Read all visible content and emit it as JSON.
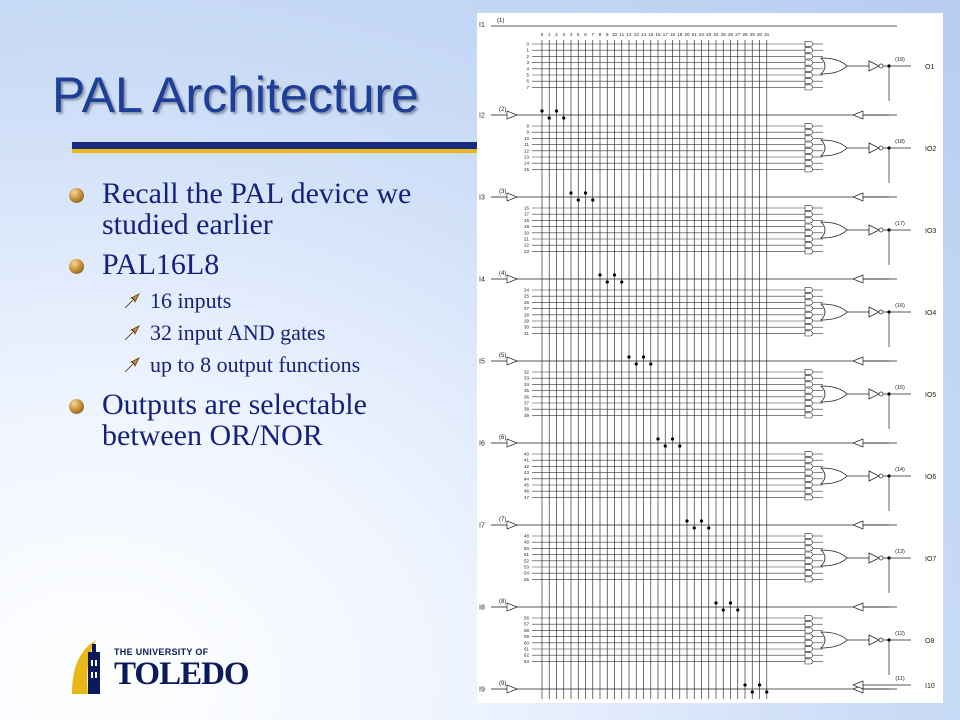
{
  "slide": {
    "title": "PAL Architecture",
    "bullets": [
      "Recall the PAL device we studied earlier",
      "PAL16L8",
      "Outputs are selectable between OR/NOR"
    ],
    "sub_bullets": [
      "16 inputs",
      "32 input AND gates",
      "up to 8 output functions"
    ]
  },
  "diagram": {
    "i1_label": "I1",
    "i1_pin": "(1)",
    "columns": [
      "0",
      "1",
      "2",
      "3",
      "4",
      "5",
      "6",
      "7",
      "8",
      "9",
      "10",
      "11",
      "12",
      "13",
      "14",
      "15",
      "16",
      "17",
      "18",
      "19",
      "20",
      "21",
      "22",
      "23",
      "24",
      "25",
      "26",
      "27",
      "28",
      "29",
      "30",
      "31"
    ],
    "inputs": [
      {
        "label": "I2",
        "pin": "(2)"
      },
      {
        "label": "I3",
        "pin": "(3)"
      },
      {
        "label": "I4",
        "pin": "(4)"
      },
      {
        "label": "I5",
        "pin": "(5)"
      },
      {
        "label": "I6",
        "pin": "(6)"
      },
      {
        "label": "I7",
        "pin": "(7)"
      },
      {
        "label": "I8",
        "pin": "(8)"
      },
      {
        "label": "I9",
        "pin": "(9)"
      }
    ],
    "outputs": [
      {
        "label": "O1",
        "pin": "(19)"
      },
      {
        "label": "IO2",
        "pin": "(18)"
      },
      {
        "label": "IO3",
        "pin": "(17)"
      },
      {
        "label": "IO4",
        "pin": "(16)"
      },
      {
        "label": "IO5",
        "pin": "(15)"
      },
      {
        "label": "IO6",
        "pin": "(14)"
      },
      {
        "label": "IO7",
        "pin": "(13)"
      },
      {
        "label": "O8",
        "pin": "(12)"
      }
    ],
    "last_output": {
      "label": "I10",
      "pin": "(11)"
    }
  },
  "logo": {
    "top_line": "THE UNIVERSITY OF",
    "name": "TOLEDO"
  },
  "colors": {
    "title": "#1d3f9a",
    "text": "#16217e",
    "rule_blue": "#1a2a80",
    "rule_gold": "#e8b818"
  }
}
